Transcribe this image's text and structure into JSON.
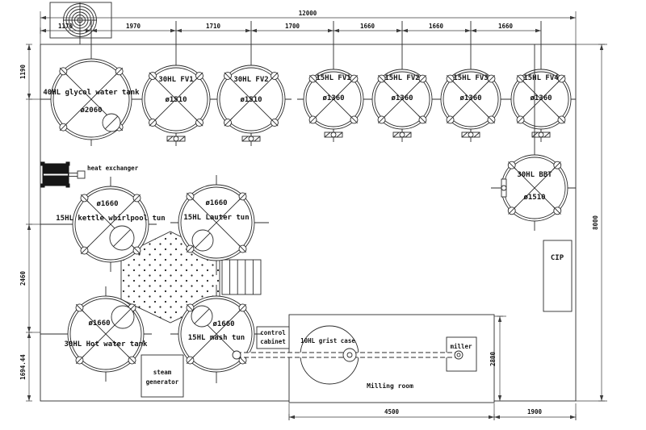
{
  "tanks": [
    {
      "name": "40HL glycol water tank",
      "diameter": "ø2060"
    },
    {
      "name": "30HL FV1",
      "diameter": "ø1510"
    },
    {
      "name": "30HL FV2",
      "diameter": "ø1510"
    },
    {
      "name": "15HL FV1",
      "diameter": "ø1360"
    },
    {
      "name": "15HL FV2",
      "diameter": "ø1360"
    },
    {
      "name": "15HL FV3",
      "diameter": "ø1360"
    },
    {
      "name": "15HL FV4",
      "diameter": "ø1360"
    },
    {
      "name": "15HL kettle whirlpool tun",
      "diameter": "ø1660"
    },
    {
      "name": "15HL Lauter tun",
      "diameter": "ø1660"
    },
    {
      "name": "30HL BBT",
      "diameter": "ø1510"
    },
    {
      "name": "30HL Hot water tank",
      "diameter": "ø1660"
    },
    {
      "name": "15HL mash tun",
      "diameter": "ø1660"
    }
  ],
  "equipment": {
    "heat_exchanger": "heat exchanger",
    "steam_generator_1": "steam",
    "steam_generator_2": "generator",
    "control_cabinet_1": "control",
    "control_cabinet_2": "cabinet",
    "grist_case": "10HL grist case",
    "miller": "miller"
  },
  "rooms": {
    "milling_room": "Milling room",
    "cip": "CIP"
  },
  "dimensions": {
    "overall_width": "12000",
    "top_segments": [
      "1170",
      "1970",
      "1710",
      "1700",
      "1660",
      "1660",
      "1660"
    ],
    "left_segments": [
      "1190",
      "2460",
      "1694.44"
    ],
    "overall_height": "8000",
    "bottom_segments": [
      "4500",
      "1900"
    ],
    "milling_room_depth": "2800"
  }
}
